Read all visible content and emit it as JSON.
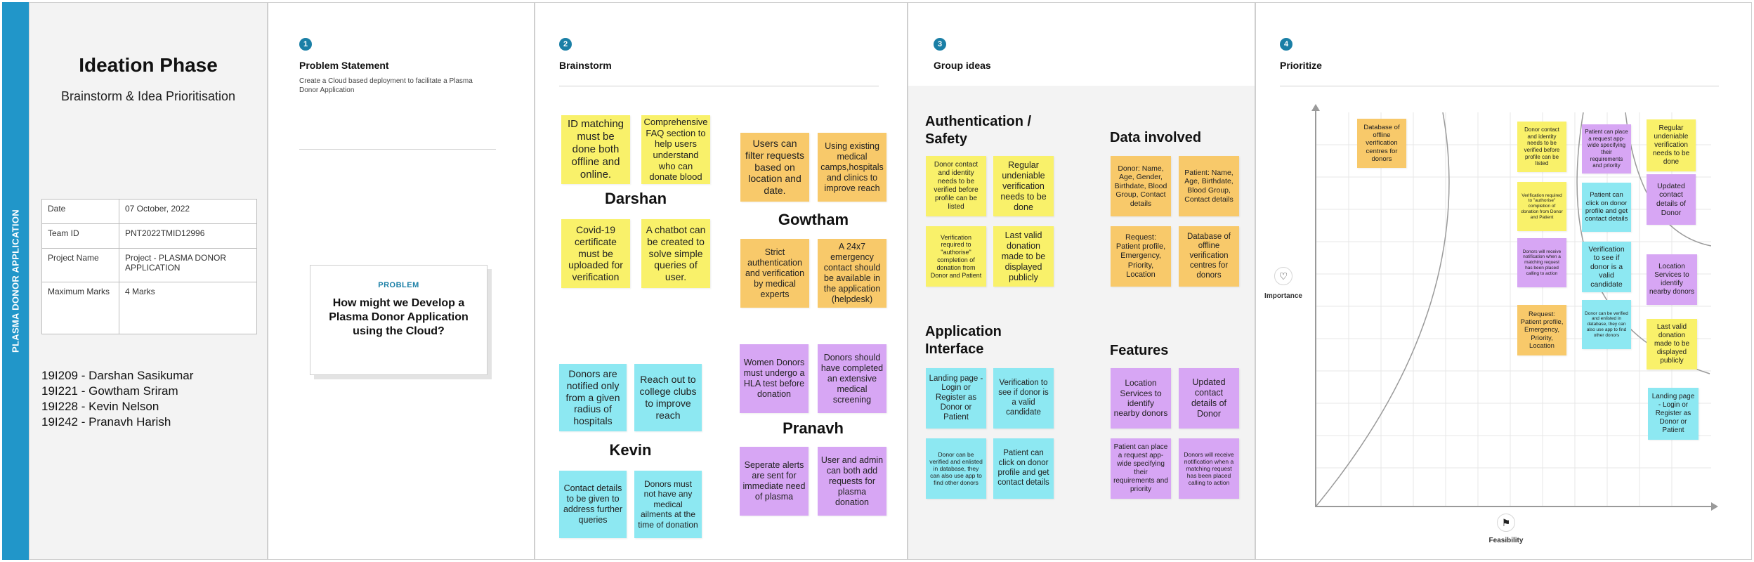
{
  "sidebar": {
    "label": "PLASMA DONOR APPLICATION",
    "color": "#2196c9"
  },
  "intro": {
    "title": "Ideation Phase",
    "subtitle": "Brainstorm & Idea Prioritisation",
    "table": [
      {
        "label": "Date",
        "value": "07 October, 2022"
      },
      {
        "label": "Team ID",
        "value": "PNT2022TMID12996"
      },
      {
        "label": "Project Name",
        "value": "Project - PLASMA DONOR APPLICATION"
      },
      {
        "label": "Maximum Marks",
        "value": "4 Marks"
      }
    ],
    "team": [
      "19I209 - Darshan Sasikumar",
      "19I221 - Gowtham Sriram",
      "19I228 - Kevin Nelson",
      "19I242 - Pranavh Harish"
    ]
  },
  "problem": {
    "step": "1",
    "title": "Problem Statement",
    "description": "Create a Cloud based deployment to facilitate a Plasma Donor Application",
    "card_tag": "PROBLEM",
    "card_question": "How might we Develop a Plasma Donor Application using the Cloud?"
  },
  "brainstorm": {
    "step": "2",
    "title": "Brainstorm",
    "people": {
      "darshan": {
        "name": "Darshan",
        "notes": [
          "ID matching must be done both offline and online.",
          "Comprehensive FAQ section to help users understand who can donate blood",
          "Covid-19 certificate must be uploaded for verification",
          "A chatbot can be created to solve simple queries of user."
        ]
      },
      "gowtham": {
        "name": "Gowtham",
        "notes": [
          "Users can filter requests based on location and date.",
          "Using existing medical camps,hospitals and clinics to improve reach",
          "Strict authentication and verification by medical experts",
          "A 24x7 emergency contact should be available in the application (helpdesk)"
        ]
      },
      "kevin": {
        "name": "Kevin",
        "notes": [
          "Donors are notified only from a given radius of hospitals",
          "Reach out to college clubs to improve reach",
          "Contact details to be given to address further queries",
          "Donors must not have any medical ailments at the time of donation"
        ]
      },
      "pranavh": {
        "name": "Pranavh",
        "notes": [
          "Women Donors must undergo a HLA test before donation",
          "Donors should have completed an extensive medical screening",
          "Seperate alerts are sent for immediate need of plasma",
          "User and admin can both add requests for plasma donation"
        ]
      }
    }
  },
  "group": {
    "step": "3",
    "title": "Group ideas",
    "auth": {
      "title": "Authentication / Safety",
      "notes": [
        "Donor contact and identity needs to be verified before profile can be listed",
        "Regular undeniable verification needs to be done",
        "Verification required to \"authorise\" completion of donation from Donor and Patient",
        "Last valid donation made to be displayed publicly"
      ]
    },
    "data": {
      "title": "Data involved",
      "notes": [
        "Donor: Name, Age, Gender, Birthdate, Blood Group, Contact details",
        "Patient: Name, Age, Birthdate, Blood Group, Contact details",
        "Request: Patient profile, Emergency, Priority, Location",
        "Database of offline verification centres for donors"
      ]
    },
    "app": {
      "title": "Application Interface",
      "notes": [
        "Landing page - Login or Register as Donor or Patient",
        "Verification to see if donor is a valid candidate",
        "Donor can be verified and enlisted in database, they can also use app to find other donors",
        "Patient can click on donor profile and get contact details"
      ]
    },
    "features": {
      "title": "Features",
      "notes": [
        "Location Services to identify nearby donors",
        "Updated contact details of Donor",
        "Patient can place a request app-wide specifying their requirements and priority",
        "Donors will receive notification when a matching request has been placed calling to action"
      ]
    }
  },
  "prioritize": {
    "step": "4",
    "title": "Prioritize",
    "y_label": "Importance",
    "x_label": "Feasibility",
    "notes": [
      "Database of offline verification centres for donors",
      "Donor contact and identity needs to be verified before profile can be listed",
      "Patient can place a request app-wide specifying their requirements and priority",
      "Regular undeniable verification needs to be done",
      "Verification required to \"authorise\" completion of donation from Donor and Patient",
      "Patient can click on donor profile and get contact details",
      "Updated contact details of Donor",
      "Donors will receive notification when a matching request has been placed calling to action",
      "Verification to see if donor is a valid candidate",
      "Location Services to identify nearby donors",
      "Request: Patient profile, Emergency, Priority, Location",
      "Donor can be verified and enlisted in database, they can also use app to find other donors",
      "Last valid donation made to be displayed publicly",
      "Landing page - Login or Register as Donor or Patient"
    ]
  },
  "colors": {
    "yellow": "#f9f16a",
    "orange": "#f8c96a",
    "cyan": "#8de8f2",
    "purple": "#d7a6f4",
    "accent": "#1a7fa6"
  }
}
